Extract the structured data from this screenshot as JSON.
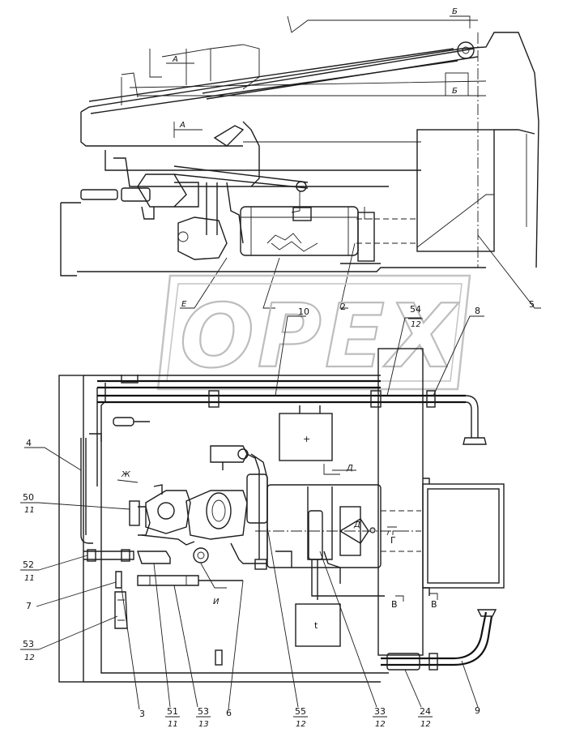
{
  "watermark": {
    "text": "OPEX",
    "color": "#bdbdbd"
  },
  "section_marks": {
    "A_top": "А",
    "A_mid": "А",
    "B_top": "Б",
    "B_right": "Б",
    "E": "Е",
    "Zh": "Ж",
    "I": "И",
    "D": "Д",
    "G": "Г",
    "V_left": "В",
    "V_right": "В",
    "D2": "Д"
  },
  "upper_labels": {
    "l10": "10",
    "l2": "2",
    "l5": "5",
    "l54": "54",
    "l54_sub": "12",
    "l8": "8"
  },
  "left_labels": {
    "l4": "4",
    "l50": "50",
    "l50_sub": "11",
    "l52": "52",
    "l52_sub": "11",
    "l7": "7",
    "l53a": "53",
    "l53a_sub": "12"
  },
  "bottom_labels": {
    "b3": "3",
    "b51": "51",
    "b51_sub": "11",
    "b53": "53",
    "b53_sub": "13",
    "b6": "6",
    "b55": "55",
    "b55_sub": "12",
    "b33": "33",
    "b33_sub": "12",
    "b24": "24",
    "b24_sub": "12",
    "b9": "9"
  },
  "box_marks": {
    "plus": "+",
    "t_mark": "t"
  }
}
